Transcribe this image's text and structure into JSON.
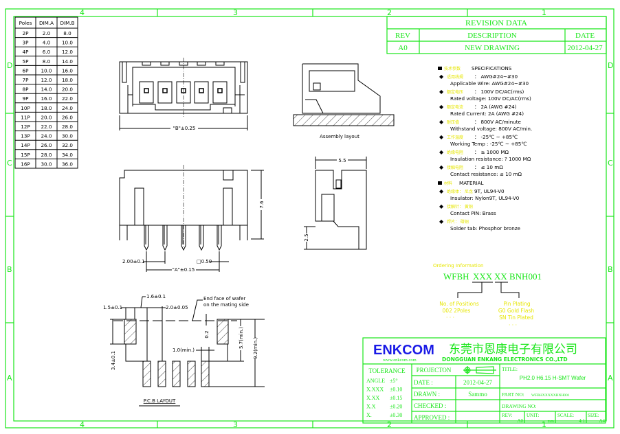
{
  "colors": {
    "frame": "#19e619",
    "chinese_label": "#e6e600",
    "logo": "#1a1ae6",
    "ink": "#000000"
  },
  "zones": {
    "columns": [
      "4",
      "3",
      "2",
      "1"
    ],
    "rows": [
      "D",
      "C",
      "B",
      "A"
    ]
  },
  "dim_table": {
    "headers": [
      "Poles",
      "DIM.A",
      "DIM.B"
    ],
    "rows": [
      [
        "2P",
        "2.0",
        "8.0"
      ],
      [
        "3P",
        "4.0",
        "10.0"
      ],
      [
        "4P",
        "6.0",
        "12.0"
      ],
      [
        "5P",
        "8.0",
        "14.0"
      ],
      [
        "6P",
        "10.0",
        "16.0"
      ],
      [
        "7P",
        "12.0",
        "18.0"
      ],
      [
        "8P",
        "14.0",
        "20.0"
      ],
      [
        "9P",
        "16.0",
        "22.0"
      ],
      [
        "10P",
        "18.0",
        "24.0"
      ],
      [
        "11P",
        "20.0",
        "26.0"
      ],
      [
        "12P",
        "22.0",
        "28.0"
      ],
      [
        "13P",
        "24.0",
        "30.0"
      ],
      [
        "14P",
        "26.0",
        "32.0"
      ],
      [
        "15P",
        "28.0",
        "34.0"
      ],
      [
        "16P",
        "30.0",
        "36.0"
      ]
    ]
  },
  "revision": {
    "title": "REVISION DATA",
    "headers": [
      "REV",
      "DESCRIPTION",
      "DATE"
    ],
    "row": [
      "A0",
      "NEW DRAWING",
      "2012-04-27"
    ]
  },
  "drawing_labels": {
    "dim_b": "\"B\"±0.25",
    "dim_a": "\"A\"±0.15",
    "pitch": "2.00±0.1",
    "pin_square": "□0.50",
    "height": "7.6",
    "depth": "5.5",
    "pin_len": "2.5",
    "assembly": "Assembly layout"
  },
  "pcb_layout": {
    "title": "P.C.B LAYOUT",
    "d1": "1.6±0.1",
    "d2": "1.5±0.1",
    "d3": "2.0±0.05",
    "note1": "End face of wafer",
    "note2": "on the mating side",
    "d4": "0.2",
    "d5": "1.0(min.)",
    "d6": "3.4±0.1",
    "d7": "5.7(min.)",
    "d8": "9.2(min.)"
  },
  "specs": {
    "heading_cn": "技术参数",
    "heading": "SPECIFICATIONS",
    "items": [
      {
        "cn": "适用线规",
        "val": "：  AWG#24~#30",
        "en": "Applicable Wire:  AWG#24~#30"
      },
      {
        "cn": "额定电压",
        "val": "：  100V DC/AC(rms)",
        "en": "Rated voltage:  100V DC/AC(rms)"
      },
      {
        "cn": "额定电流",
        "val": "：  2A (AWG #24)",
        "en": "Rated Current:  2A (AWG #24)"
      },
      {
        "cn": "耐压值",
        "val": "：  800V AC/minute",
        "en": "Withstand voltage:  800V AC/min."
      },
      {
        "cn": "工作温度",
        "val": "：  -25℃ ~ +85℃",
        "en": "Working Temp :  -25℃ ~ +85℃"
      },
      {
        "cn": "绝缘电阻",
        "val": "：  ≥ 1000 MΩ",
        "en": "Insulation resistance:  ? 1000 MΩ"
      },
      {
        "cn": "接触电阻",
        "val": "：  ≤ 10 mΩ",
        "en": "Contact resistance:  ≤ 10 mΩ"
      }
    ],
    "material_cn": "材料",
    "material": "MATERIAL",
    "materials": [
      {
        "cn": "绝缘体：  尼龙",
        "val": "9T, UL94-V0",
        "en": "Insulator:  Nylon9T, UL94-V0"
      },
      {
        "cn": "接触针：  黄铜",
        "val": "",
        "en": "Contact PIN:  Brass"
      },
      {
        "cn": "焊片：  磷铜",
        "val": "",
        "en": "Solder tab:  Phosphor bronze"
      }
    ]
  },
  "ordering": {
    "title": "Ordering Information",
    "code": [
      "WFBH",
      "XXX",
      "XX",
      "BNH001"
    ],
    "positions": [
      "No. of Positions",
      "002 2Poles",
      "·  ·  ·"
    ],
    "plating": [
      "Pin Plating",
      "G0  Gold Flash",
      "SN  Tin  Plated",
      "·  ·  ·"
    ]
  },
  "title_block": {
    "logo": "ENKCOM",
    "company_cn": "东莞市恩康电子有限公司",
    "website": "www.enkcom.com",
    "company_en": "DONGGUAN  ENKANG  ELECTRONICS  CO.,LTD",
    "tolerance": "TOLERANCE",
    "tol_rows": [
      [
        "ANGLE",
        "±5°"
      ],
      [
        "X.XXX",
        "±0.10"
      ],
      [
        "X.XX",
        "±0.15"
      ],
      [
        "X.X",
        "±0.20"
      ],
      [
        "X.",
        "±0.30"
      ]
    ],
    "projection": "PROJECTON",
    "date_label": "DATE :",
    "date": "2012-04-27",
    "drawn_label": "DRAWN :",
    "drawn": "Sammo",
    "checked_label": "CHECKED :",
    "approved_label": "APPROVED :",
    "title_label": "TITLE:",
    "title": "PH2.0 H6.15 H-SMT Wafer",
    "part_label": "PART NO:",
    "part_no": "WFBHXXXXXBNH001",
    "drawing_no_label": "DRAWING NO:",
    "rev_label": "REV:",
    "rev": "A0",
    "unit_label": "UNIT:",
    "unit": "mm",
    "scale_label": "SCALE:",
    "scale": "4:1",
    "size_label": "SIZE:",
    "size": "A4"
  }
}
